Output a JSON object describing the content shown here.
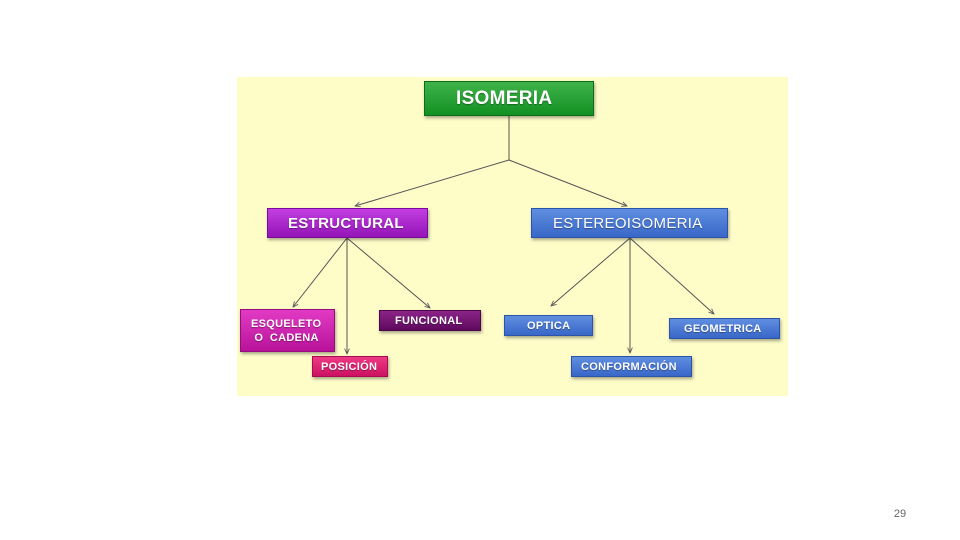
{
  "diagram": {
    "root": "ISOMERIA",
    "level1": {
      "left": "ESTRUCTURAL",
      "right": "ESTEREOISOMERIA"
    },
    "estructural_children": {
      "esqueleto_line1": "ESQUELETO",
      "esqueleto_line2": " O  CADENA",
      "posicion": "POSICIÓN",
      "funcional": "FUNCIONAL"
    },
    "estereo_children": {
      "optica": "OPTICA",
      "conformacion": "CONFORMACIÓN",
      "geometrica": "GEOMETRICA"
    }
  },
  "colors": {
    "panel_background": "#fefdc8",
    "root": "#1e9c2c",
    "estructural": "#a620c8",
    "estereoisomeria": "#4676d4",
    "esqueleto": "#cc20ae",
    "posicion": "#dc2070",
    "funcional": "#6e1270"
  },
  "page_number": "29"
}
